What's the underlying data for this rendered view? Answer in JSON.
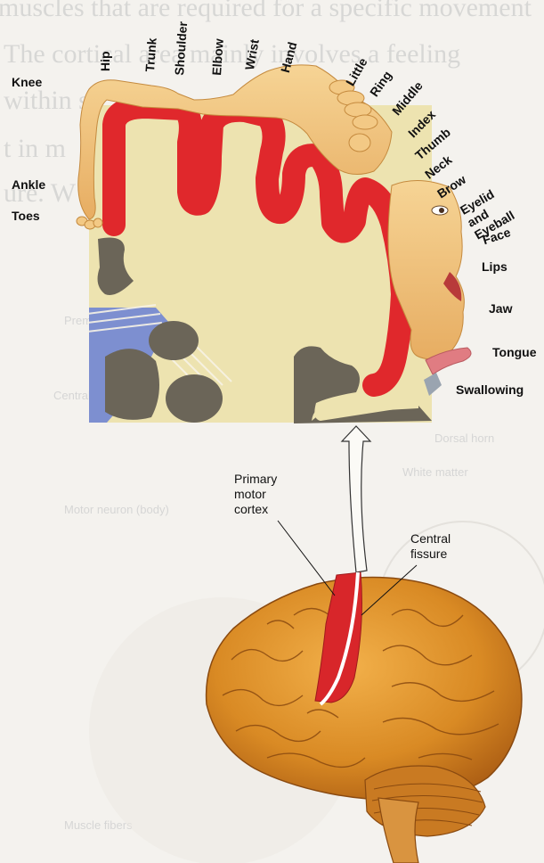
{
  "background_text": {
    "lines": [
      "muscles that are required for a specific movement",
      "The cortical area mainly involves a feeling",
      "within s",
      "t in m",
      "ure. W"
    ],
    "fragments": [
      "Premotor cortex",
      "Central sulcus",
      "Dorsal horn",
      "White matter",
      "Motor neuron (body)",
      "Muscle fibers"
    ]
  },
  "body_parts": {
    "knee": "Knee",
    "ankle": "Ankle",
    "toes": "Toes",
    "hip": "Hip",
    "trunk": "Trunk",
    "shoulder": "Shoulder",
    "elbow": "Elbow",
    "wrist": "Wrist",
    "hand": "Hand",
    "little": "Little",
    "ring": "Ring",
    "middle": "Middle",
    "index": "Index",
    "thumb": "Thumb",
    "neck": "Neck",
    "brow": "Brow",
    "eyelid": "Eyelid and Eyeball",
    "face": "Face",
    "lips": "Lips",
    "jaw": "Jaw",
    "tongue": "Tongue",
    "swallowing": "Swallowing"
  },
  "callouts": {
    "primary_motor_cortex": "Primary motor cortex",
    "central_fissure": "Central fissure"
  },
  "colors": {
    "cortex_red": "#e0282c",
    "white_matter": "#ede3b0",
    "gray_matter": "#6b6558",
    "ventricle_blue": "#7d8fd0",
    "skin": "#f0c27a",
    "brain_orange": "#d98a24"
  }
}
